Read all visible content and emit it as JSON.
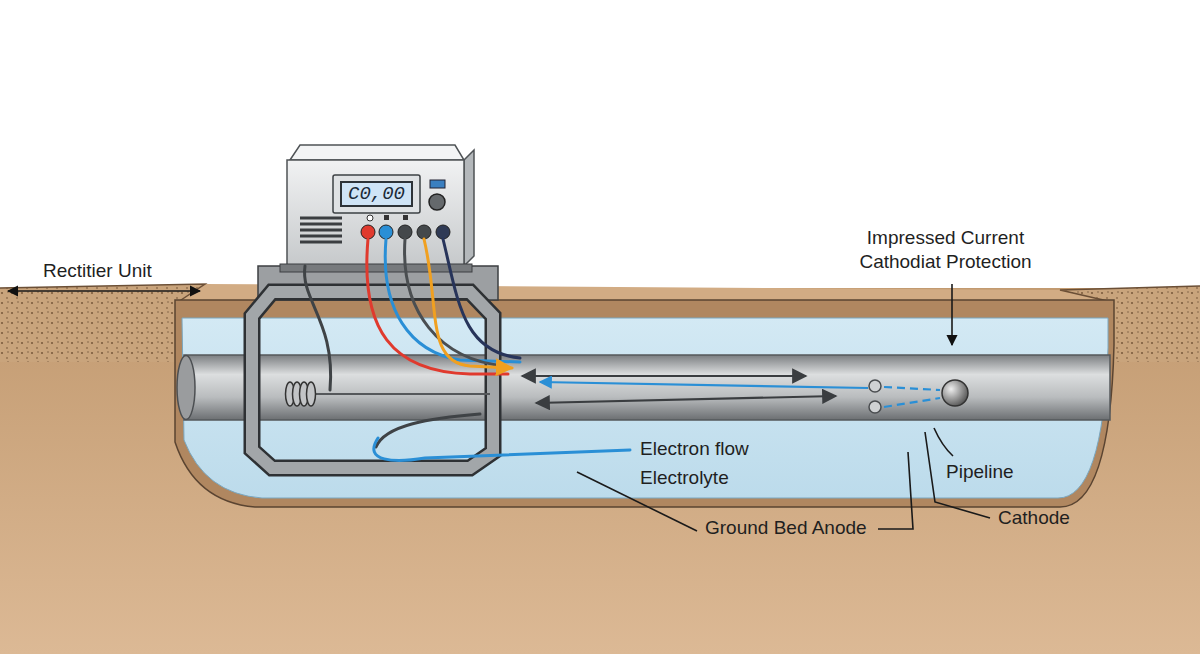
{
  "diagram": {
    "nodes": [
      {
        "text": [
          "C0,00"
        ]
      }
    ],
    "labels": [
      "Rectitier Unit",
      "Impressed Current Cathodiat Protection",
      "Electron flow",
      "Electrolyte",
      "Pipeline",
      "Ground Bed Anode",
      "Cathode"
    ]
  }
}
